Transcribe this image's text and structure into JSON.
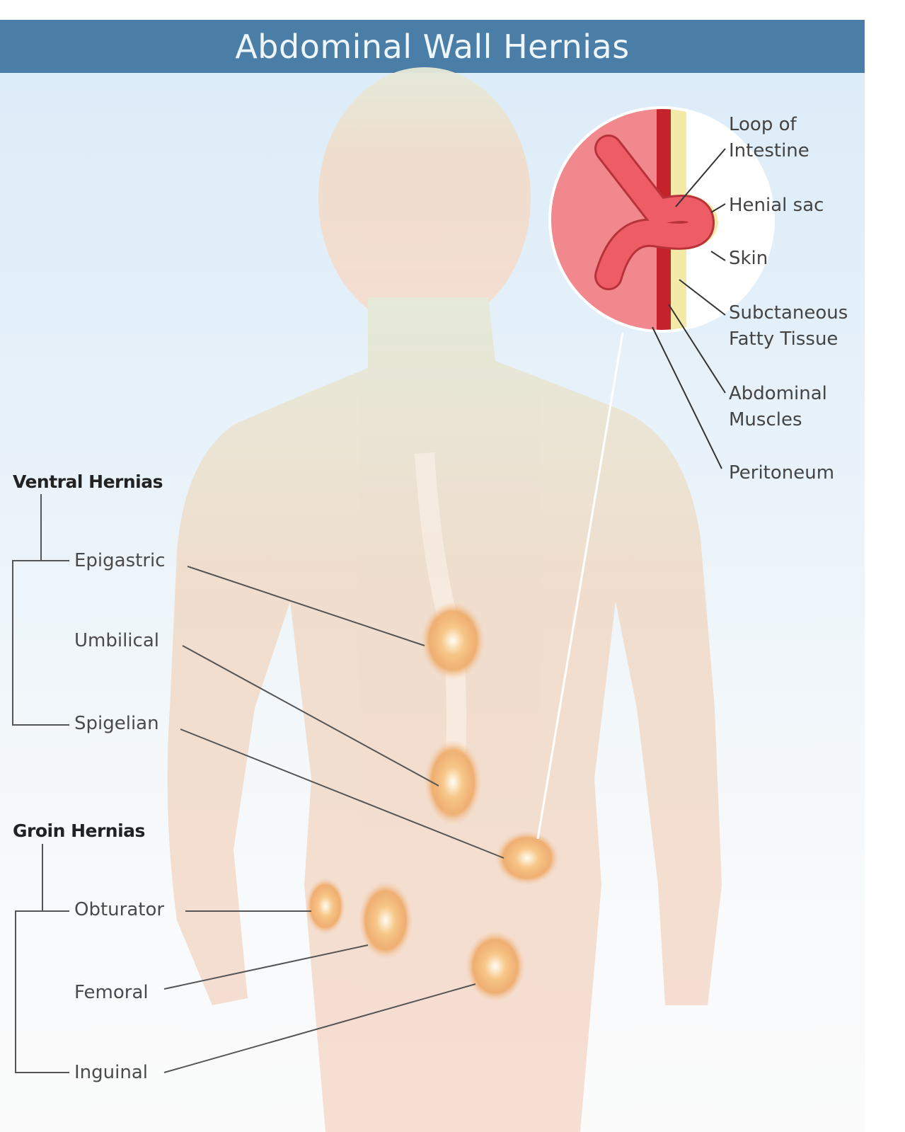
{
  "title": "Abdominal Wall Hernias",
  "inset_labels": {
    "loop": "Loop of Intestine",
    "sac": "Henial sac",
    "skin": "Skin",
    "fat_1": "Subctaneous",
    "fat_2": "Fatty Tissue",
    "muscle_1": "Abdominal",
    "muscle_2": "Muscles",
    "peritoneum": "Peritoneum",
    "loop_1": "Loop of",
    "loop_2": "Intestine"
  },
  "groups": [
    {
      "name": "Ventral Hernias",
      "items": [
        "Epigastric",
        "Umbilical",
        "Spigelian"
      ]
    },
    {
      "name": "Groin Hernias",
      "items": [
        "Obturator",
        "Femoral",
        "Inguinal"
      ]
    }
  ],
  "colors": {
    "header": "#4a7ea6",
    "skin": "#f1d2c3",
    "hernia": "#f0a85a",
    "intestine": "#ee5d66",
    "muscle": "#c4232b",
    "fat": "#f5e9a8"
  }
}
